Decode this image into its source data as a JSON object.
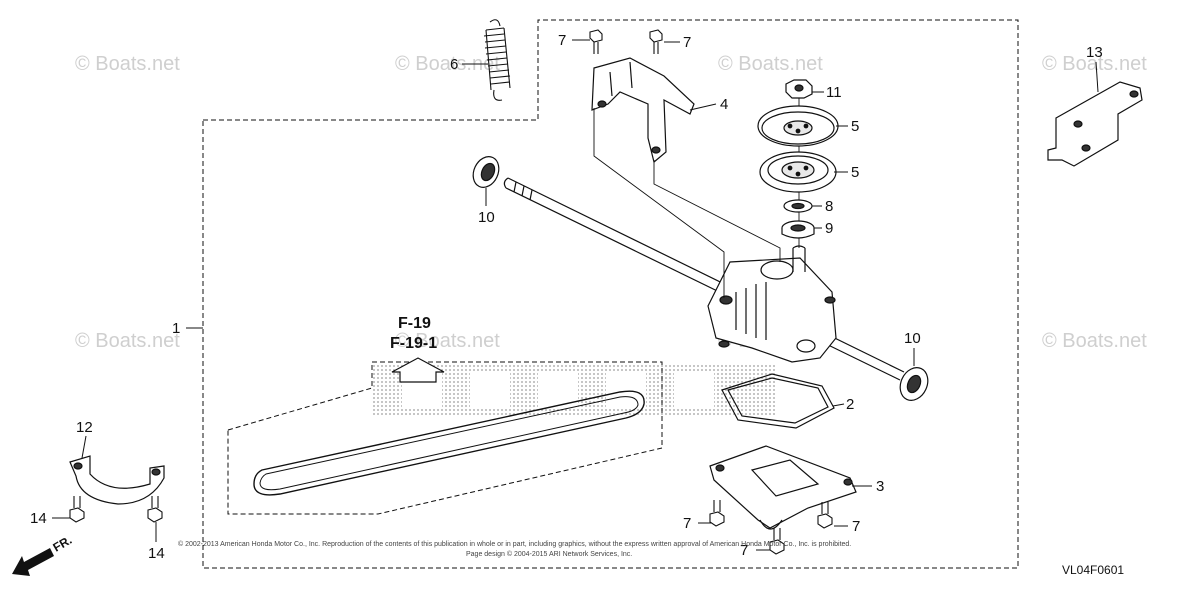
{
  "watermark": "© Boats.net",
  "ref_pages": [
    "F-19",
    "F-19-1"
  ],
  "callouts": [
    "1",
    "2",
    "3",
    "4",
    "5",
    "5",
    "6",
    "7",
    "7",
    "7",
    "7",
    "7",
    "8",
    "9",
    "10",
    "10",
    "11",
    "12",
    "13",
    "14",
    "14"
  ],
  "direction_label": "FR.",
  "diagram_code": "VL04F0601",
  "copyright_lines": [
    "© 2002-2013 American Honda Motor Co., Inc. Reproduction of the contents of this publication in whole or in part, including graphics, without the express written approval of American Honda Motor Co., Inc. is prohibited.",
    "Page design © 2004-2015 ARI Network Services, Inc."
  ],
  "colors": {
    "line": "#111111",
    "watermark": "#cfcfcf",
    "logo_dots": "#9a9a9a"
  }
}
